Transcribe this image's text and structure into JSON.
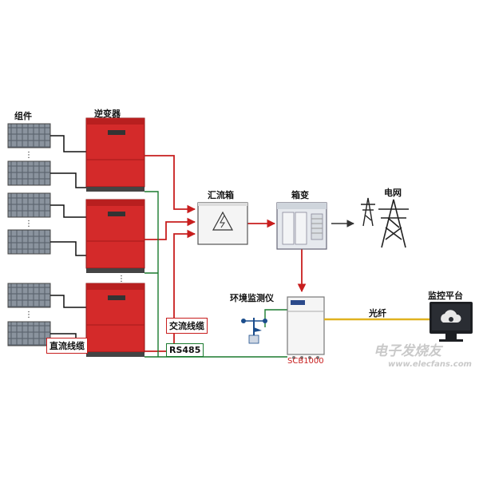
{
  "labels": {
    "modules": "组件",
    "inverter": "逆变器",
    "combiner_box": "汇流箱",
    "box_transformer": "箱变",
    "grid": "电网",
    "env_monitor": "环境监测仪",
    "monitoring_platform": "监控平台",
    "fiber": "光纤",
    "ac_cable": "交流线缆",
    "rs485": "RS485",
    "dc_cable": "直流线缆",
    "scb": "SCB1000"
  },
  "watermark": {
    "line1": "电子发烧友",
    "line2": "www.elecfans.com"
  },
  "colors": {
    "inverter_red": "#d42a2a",
    "ac_line": "#c81e1e",
    "comm_line": "#1a7a2e",
    "fiber_line": "#e0b21f",
    "dc_line": "#111111"
  }
}
